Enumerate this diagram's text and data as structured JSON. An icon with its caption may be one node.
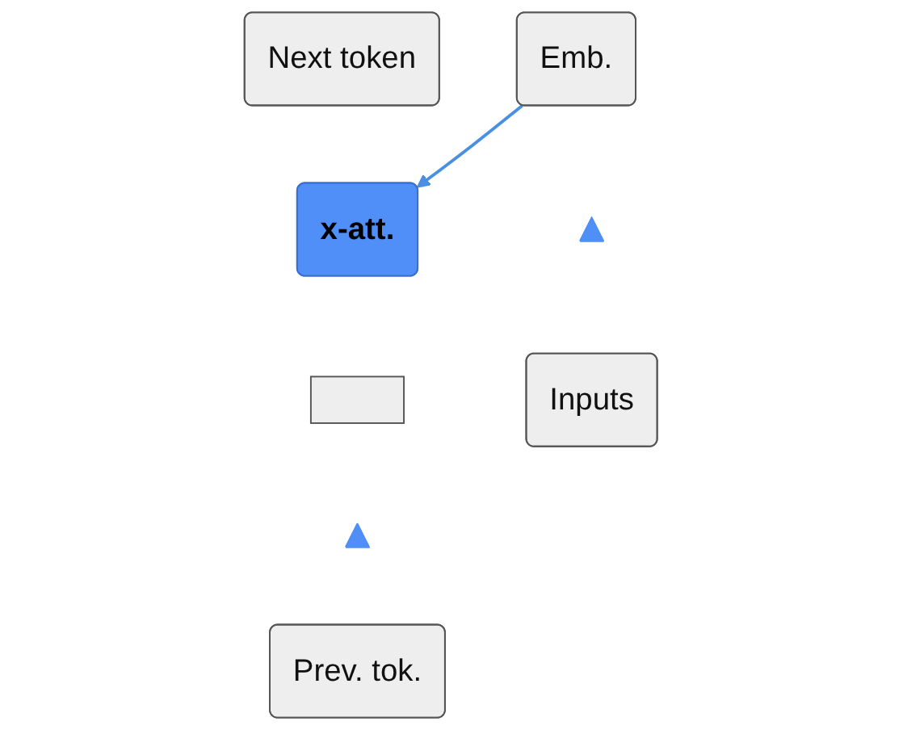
{
  "diagram": {
    "nodes": [
      {
        "text": [
          "Next token"
        ]
      },
      {
        "text": [
          "Emb."
        ]
      },
      {
        "text": [
          "x-att."
        ]
      },
      {
        "text": [],
        "shape": "box"
      },
      {
        "text": [],
        "shape": "triangle"
      },
      {
        "text": [],
        "shape": "triangle"
      },
      {
        "text": [
          "Inputs"
        ]
      },
      {
        "text": [
          "Prev. tok."
        ]
      }
    ],
    "edges": [
      {
        "from": 1,
        "to": 2,
        "arrow": "to",
        "color": "#4a90e2"
      }
    ]
  }
}
